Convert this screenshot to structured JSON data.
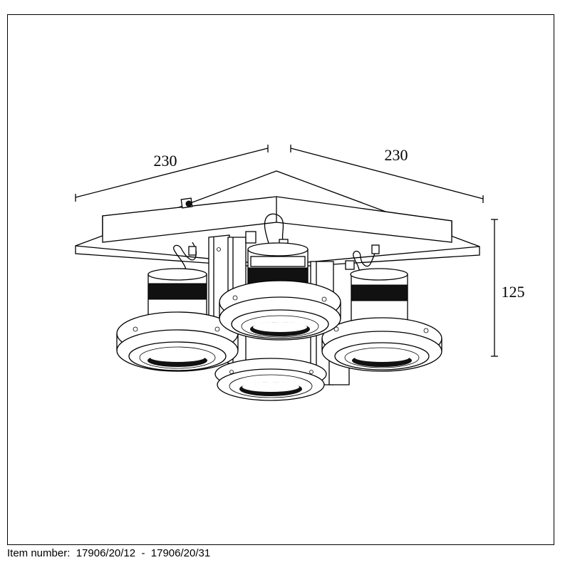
{
  "dimensions": {
    "width_left": "230",
    "width_right": "230",
    "height": "125"
  },
  "caption": "Item number:  17906/20/12  -  17906/20/31"
}
